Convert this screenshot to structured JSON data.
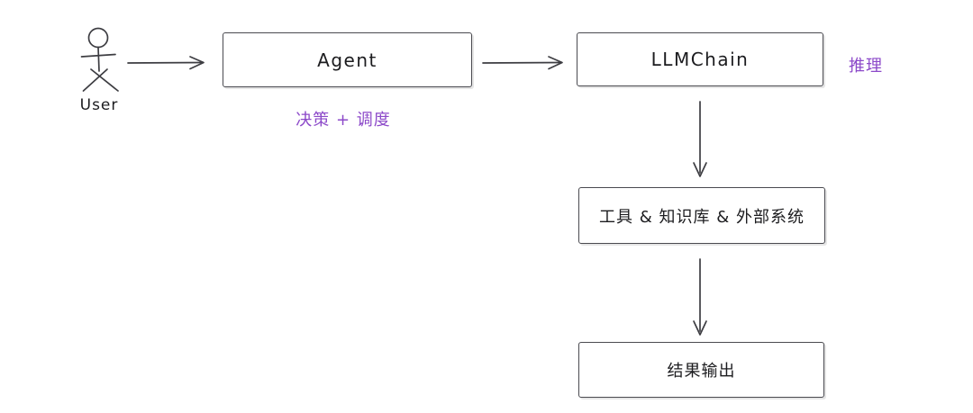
{
  "diagram": {
    "background_color": "#ffffff",
    "stroke_color": "#3d3d42",
    "accent_purple": "#8c49c9",
    "actor": {
      "label": "User"
    },
    "nodes": [
      {
        "id": "agent",
        "label": "Agent"
      },
      {
        "id": "llmchain",
        "label": "LLMChain"
      },
      {
        "id": "tools",
        "label": "工具 & 知识库 & 外部系统"
      },
      {
        "id": "output",
        "label": "结果输出"
      }
    ],
    "annotations": [
      {
        "id": "agent-note",
        "label": "决策 + 调度"
      },
      {
        "id": "llmchain-note",
        "label": "推理"
      }
    ],
    "arrows": [
      {
        "from": "user",
        "to": "agent"
      },
      {
        "from": "agent",
        "to": "llmchain"
      },
      {
        "from": "llmchain",
        "to": "tools"
      },
      {
        "from": "tools",
        "to": "output"
      }
    ]
  }
}
